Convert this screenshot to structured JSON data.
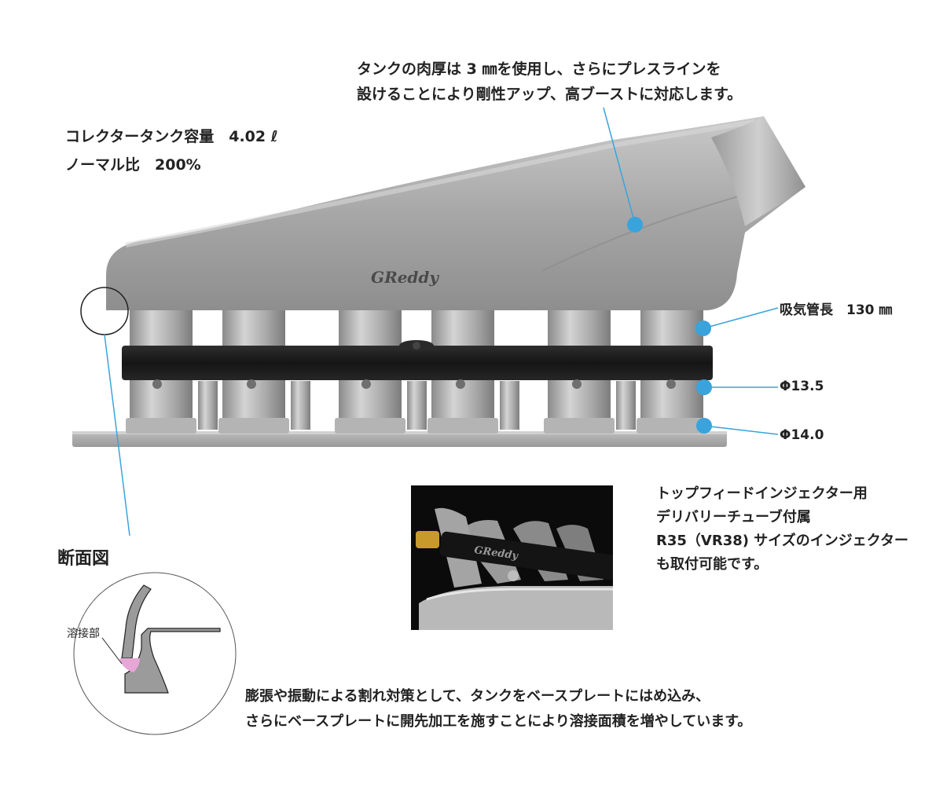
{
  "notes": {
    "wall_thickness": {
      "line1": "タンクの肉厚は 3 ㎜を使用し、さらにプレスラインを",
      "line2": "設けることにより剛性アップ、高ブーストに対応します。"
    },
    "tank": {
      "capacity": "コレクタータンク容量　4.02 ℓ",
      "ratio": "ノーマル比　200%"
    },
    "runner_length": "吸気管長　130 ㎜",
    "diameter_1": "Φ13.5",
    "diameter_2": "Φ14.0",
    "section": {
      "title": "断面図",
      "weld_label": "溶接部"
    },
    "injector": {
      "line1": "トップフィードインジェクター用",
      "line2": "デリバリーチューブ付属",
      "line3": "R35（VR38) サイズのインジェクター",
      "line4": "も取付可能です。"
    },
    "base_plate": {
      "line1": "膨張や振動による割れ対策として、タンクをベースプレートにはめ込み、",
      "line2": "さらにベースプレートに開先加工を施すことにより溶接面積を増やしています。"
    }
  },
  "brand": {
    "logo_text": "GReddy"
  },
  "colors": {
    "callout": "#3aa3dc",
    "metal": "#a8a8a8",
    "rail": "#1c1c1c",
    "weld": "#e6a6d6"
  }
}
